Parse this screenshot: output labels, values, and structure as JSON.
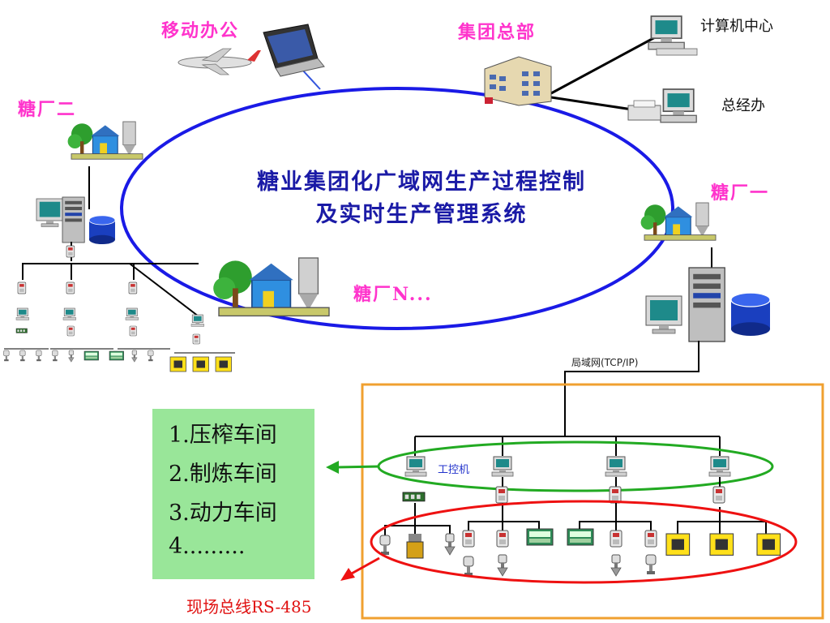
{
  "title": {
    "line1": "糖业集团化广域网生产过程控制",
    "line2": "及实时生产管理系统"
  },
  "sites": {
    "mobile_office": "移动办公",
    "headquarters": "集团总部",
    "factory_2": "糖厂二",
    "factory_1": "糖厂一",
    "factory_n": "糖厂N..."
  },
  "hq_nodes": {
    "computer_center": "计算机中心",
    "general_office": "总经办"
  },
  "lan_label": "局域网(TCP/IP)",
  "ipc_label": "工控机",
  "workshops": [
    "1.压榨车间",
    "2.制炼车间",
    "3.动力车间",
    "4........."
  ],
  "fieldbus_label": "现场总线RS-485",
  "colors": {
    "ring": "#1a1ae6",
    "site_label": "#ff33cc",
    "ipc_ellipse": "#22aa22",
    "field_ellipse": "#ee1111",
    "detail_frame": "#f0a030",
    "workshop_box": "#99e699"
  }
}
